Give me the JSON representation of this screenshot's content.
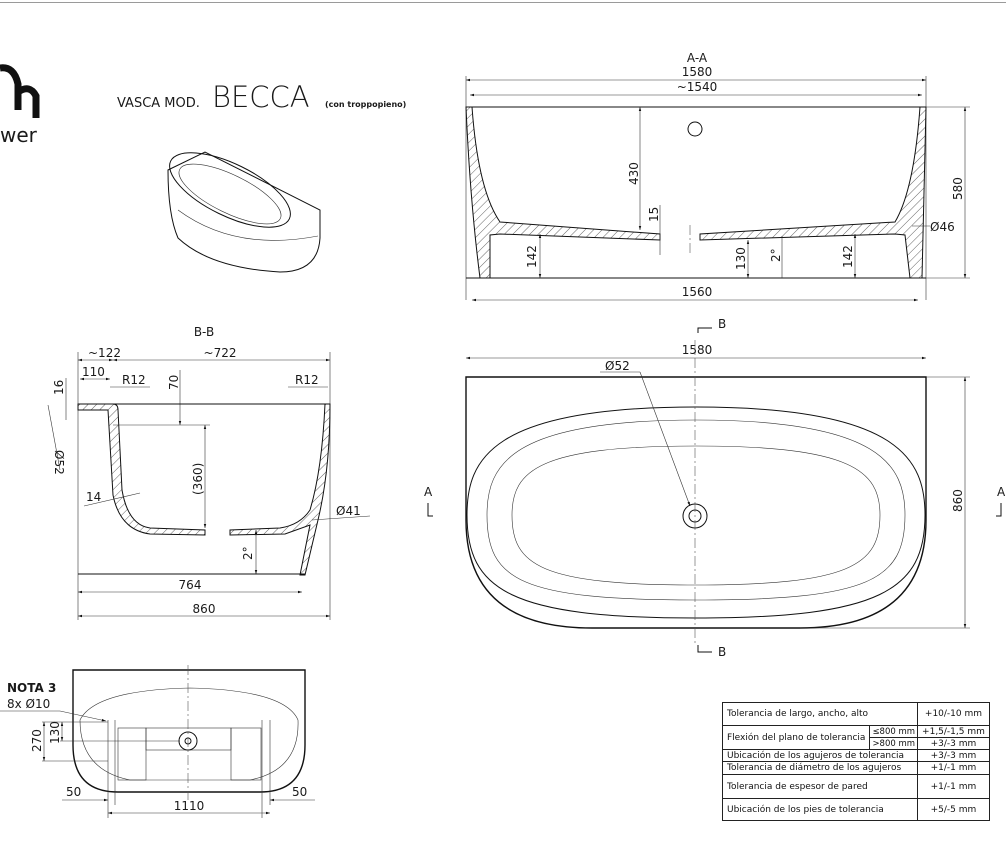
{
  "header": {
    "logo_text": "h",
    "logo_subtext": "wer",
    "model_prefix": "VASCA MOD.",
    "model_name": "BECCA",
    "model_note": "(con troppopieno)"
  },
  "section_aa": {
    "title": "A-A",
    "dim_total_width": "1580",
    "dim_inner_width": "~1540",
    "dim_base_width": "1560",
    "dim_depth": "430",
    "dim_floor": "15",
    "dim_height": "580",
    "dim_overflow": "Ø46",
    "dim_leg_left": "142",
    "dim_leg_right": "142",
    "dim_center": "130",
    "dim_slope": "2°"
  },
  "section_bb": {
    "title": "B-B",
    "dim_122": "~122",
    "dim_722": "~722",
    "dim_110": "110",
    "dim_r12_left": "R12",
    "dim_r12_right": "R12",
    "dim_70": "70",
    "dim_16": "16",
    "dim_52": "Ø52",
    "dim_360": "(360)",
    "dim_14": "14",
    "dim_41": "Ø41",
    "dim_slope": "2°",
    "dim_764": "764",
    "dim_860": "860"
  },
  "plan_view": {
    "dim_width": "1580",
    "dim_depth": "860",
    "dim_drain": "Ø52",
    "marker_a": "A",
    "marker_b": "B"
  },
  "bottom_view": {
    "note_title": "NOTA 3",
    "note_holes": "8x Ø10",
    "dim_270": "270",
    "dim_130": "130",
    "dim_50_left": "50",
    "dim_50_right": "50",
    "dim_1110": "1110"
  },
  "tolerance_table": {
    "rows": [
      {
        "label": "Tolerancia de largo, ancho, alto",
        "value": "+10/-10 mm"
      },
      {
        "label": "Flexión del plano de tolerancia",
        "sub1": "≤800 mm",
        "value1": "+1,5/-1,5 mm",
        "sub2": ">800 mm",
        "value2": "+3/-3 mm"
      },
      {
        "label": "Ubicación de los agujeros de tolerancia",
        "value": "+3/-3 mm"
      },
      {
        "label": "Tolerancia de diámetro de los agujeros",
        "value": "+1/-1 mm"
      },
      {
        "label": "Tolerancia de espesor de pared",
        "value": "+1/-1 mm"
      },
      {
        "label": "Ubicación de los pies de tolerancia",
        "value": "+5/-5 mm"
      }
    ]
  }
}
